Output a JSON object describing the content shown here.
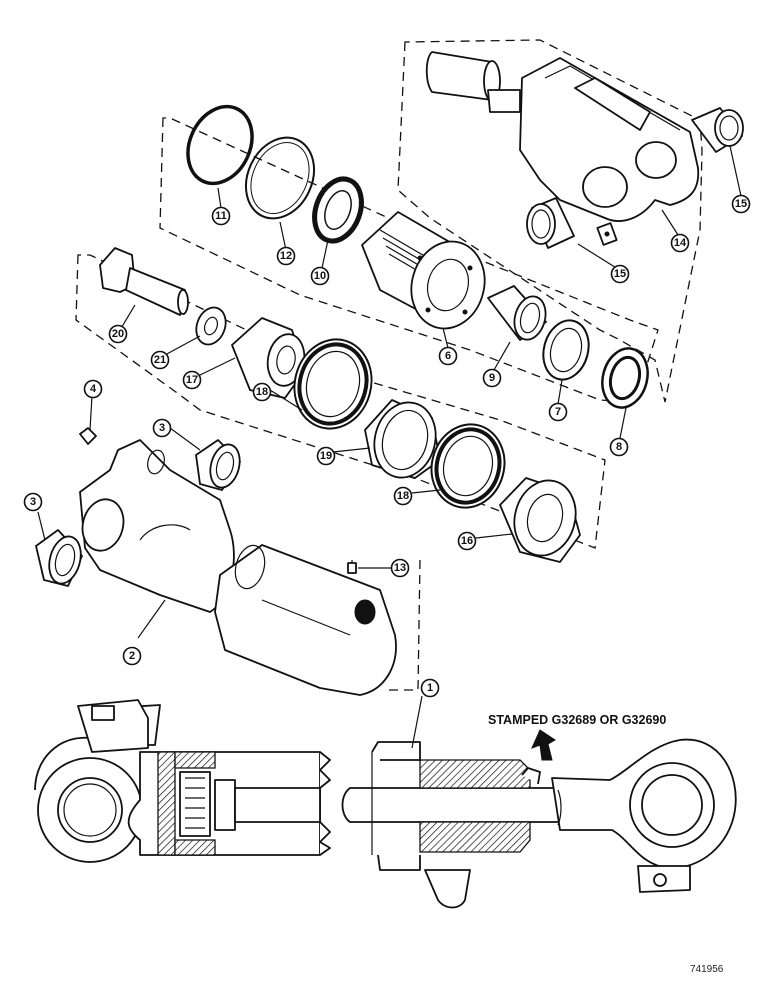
{
  "callouts": {
    "c1": "1",
    "c2": "2",
    "c3a": "3",
    "c3b": "3",
    "c4": "4",
    "c6": "6",
    "c7": "7",
    "c8": "8",
    "c9": "9",
    "c10": "10",
    "c11": "11",
    "c12": "12",
    "c13": "13",
    "c14": "14",
    "c15a": "15",
    "c15b": "15",
    "c16": "16",
    "c17": "17",
    "c18a": "18",
    "c18b": "18",
    "c19": "19",
    "c20": "20",
    "c21": "21"
  },
  "stamp_label": "STAMPED G32689 OR G32690",
  "drawing_number": "741956"
}
